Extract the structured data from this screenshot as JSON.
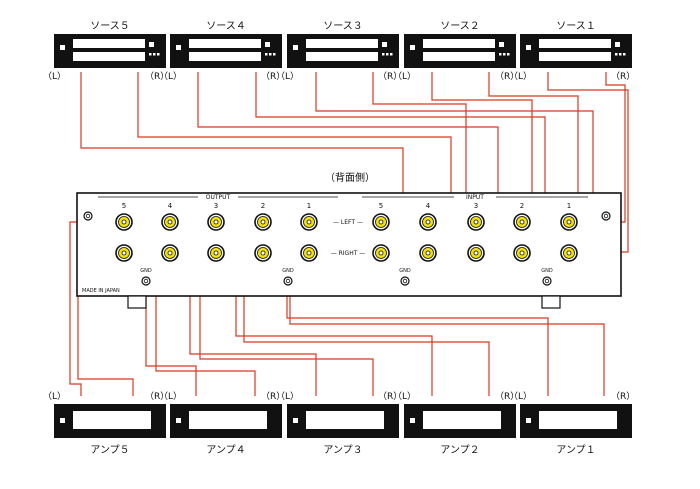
{
  "sources": [
    {
      "name": "ソース５",
      "left": "（L）",
      "right": "（R）"
    },
    {
      "name": "ソース４",
      "left": "（L）",
      "right": "（R）"
    },
    {
      "name": "ソース３",
      "left": "（L）",
      "right": "（R）"
    },
    {
      "name": "ソース２",
      "left": "（L）",
      "right": "（R）"
    },
    {
      "name": "ソース１",
      "left": "（L）",
      "right": "（R）"
    }
  ],
  "amps": [
    {
      "name": "アンプ５",
      "left": "（L）",
      "right": "（R）"
    },
    {
      "name": "アンプ４",
      "left": "（L）",
      "right": "（R）"
    },
    {
      "name": "アンプ３",
      "left": "（L）",
      "right": "（R）"
    },
    {
      "name": "アンプ２",
      "left": "（L）",
      "right": "（R）"
    },
    {
      "name": "アンプ１",
      "left": "（L）",
      "right": "（R）"
    }
  ],
  "panel": {
    "view_label": "（背面側）",
    "output_label": "OUTPUT",
    "input_label": "INPUT",
    "output_numbers": [
      "5",
      "4",
      "3",
      "2",
      "1"
    ],
    "input_numbers": [
      "5",
      "4",
      "3",
      "2",
      "1"
    ],
    "left_label": "— LEFT —",
    "right_label": "— RIGHT —",
    "gnd_label": "GND",
    "made_in": "MADE IN JAPAN"
  },
  "colors": {
    "cable": "#d9381e",
    "jack_yellow": "#f2e200",
    "device_black": "#111111"
  }
}
